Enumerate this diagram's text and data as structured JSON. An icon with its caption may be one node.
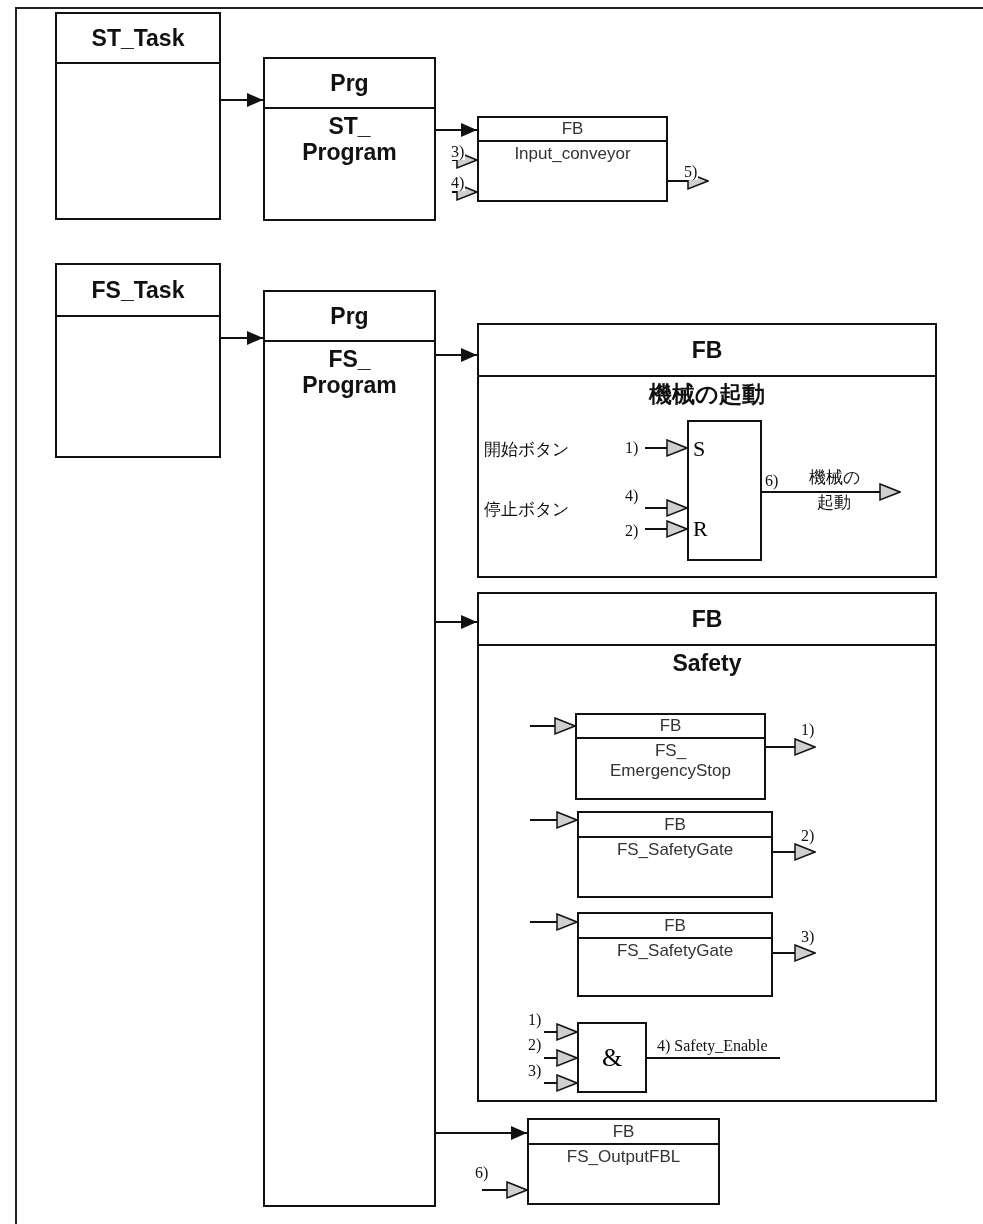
{
  "diagram": {
    "nodes": [
      {
        "text": [
          "ST_Task"
        ]
      },
      {
        "text": [
          "Prg",
          "ST_ Program"
        ]
      },
      {
        "text": [
          "FB",
          "Input_conveyor"
        ]
      },
      {
        "text": [
          "FS_Task"
        ]
      },
      {
        "text": [
          "Prg",
          "FS_ Program"
        ]
      },
      {
        "text": [
          "FB",
          "機械の起動"
        ]
      },
      {
        "text": [
          "S",
          "R"
        ],
        "in": 5
      },
      {
        "text": [
          "FB",
          "Safety"
        ]
      },
      {
        "text": [
          "FB",
          "FS_ EmergencyStop"
        ],
        "in": 7
      },
      {
        "text": [
          "FB",
          "FS_SafetyGate"
        ],
        "in": 7
      },
      {
        "text": [
          "FB",
          "FS_SafetyGate"
        ],
        "in": 7
      },
      {
        "text": [
          "&"
        ],
        "in": 7
      },
      {
        "text": [
          "FB",
          "FS_OutputFBL"
        ]
      }
    ],
    "edges": [
      {
        "from": 0,
        "to": 1,
        "arrow": "to"
      },
      {
        "from": 1,
        "to": 2,
        "arrow": "to"
      },
      {
        "from": null,
        "to": 2,
        "arrow": "to",
        "label": "3)"
      },
      {
        "from": null,
        "to": 2,
        "arrow": "to",
        "label": "4)"
      },
      {
        "from": 2,
        "to": null,
        "arrow": "to",
        "label": "5)"
      },
      {
        "from": 3,
        "to": 4,
        "arrow": "to"
      },
      {
        "from": 4,
        "to": 5,
        "arrow": "to"
      },
      {
        "from": 4,
        "to": 7,
        "arrow": "to"
      },
      {
        "from": 4,
        "to": 12,
        "arrow": "to"
      },
      {
        "from": null,
        "to": 6,
        "arrow": "to",
        "label": "1)"
      },
      {
        "from": null,
        "to": 6,
        "arrow": "to",
        "label": "4)"
      },
      {
        "from": null,
        "to": 6,
        "arrow": "to",
        "label": "2)"
      },
      {
        "from": 6,
        "to": null,
        "arrow": "to",
        "label": "6)"
      },
      {
        "from": null,
        "to": 8,
        "arrow": "to"
      },
      {
        "from": null,
        "to": 9,
        "arrow": "to"
      },
      {
        "from": null,
        "to": 10,
        "arrow": "to"
      },
      {
        "from": 8,
        "to": null,
        "arrow": "to",
        "label": "1)"
      },
      {
        "from": 9,
        "to": null,
        "arrow": "to",
        "label": "2)"
      },
      {
        "from": 10,
        "to": null,
        "arrow": "to",
        "label": "3)"
      },
      {
        "from": null,
        "to": 11,
        "arrow": "to",
        "label": "1)"
      },
      {
        "from": null,
        "to": 11,
        "arrow": "to",
        "label": "2)"
      },
      {
        "from": null,
        "to": 11,
        "arrow": "to",
        "label": "3)"
      },
      {
        "from": 11,
        "to": null,
        "arrow": "none",
        "label": "4) Safety_Enable"
      },
      {
        "from": null,
        "to": 12,
        "arrow": "to",
        "label": "6)"
      }
    ],
    "labels": [
      "開始ボタン",
      "停止ボタン",
      "機械の起動"
    ]
  }
}
